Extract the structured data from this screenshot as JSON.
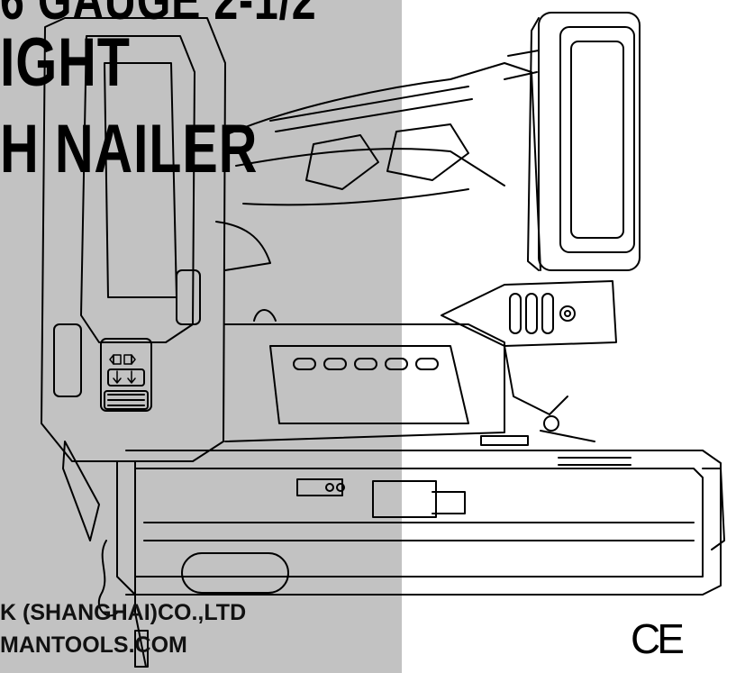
{
  "title": {
    "line1": "6 GAUGE 2-1/2",
    "line2": "IGHT",
    "line3": "H NAILER"
  },
  "footer": {
    "company": "K (SHANGHAI)CO.,LTD",
    "website": "MANTOOLS.COM"
  },
  "certification": {
    "mark": "CE"
  },
  "colors": {
    "panel": "#c2c2c2",
    "background": "#ffffff",
    "line_art": "#000000"
  }
}
